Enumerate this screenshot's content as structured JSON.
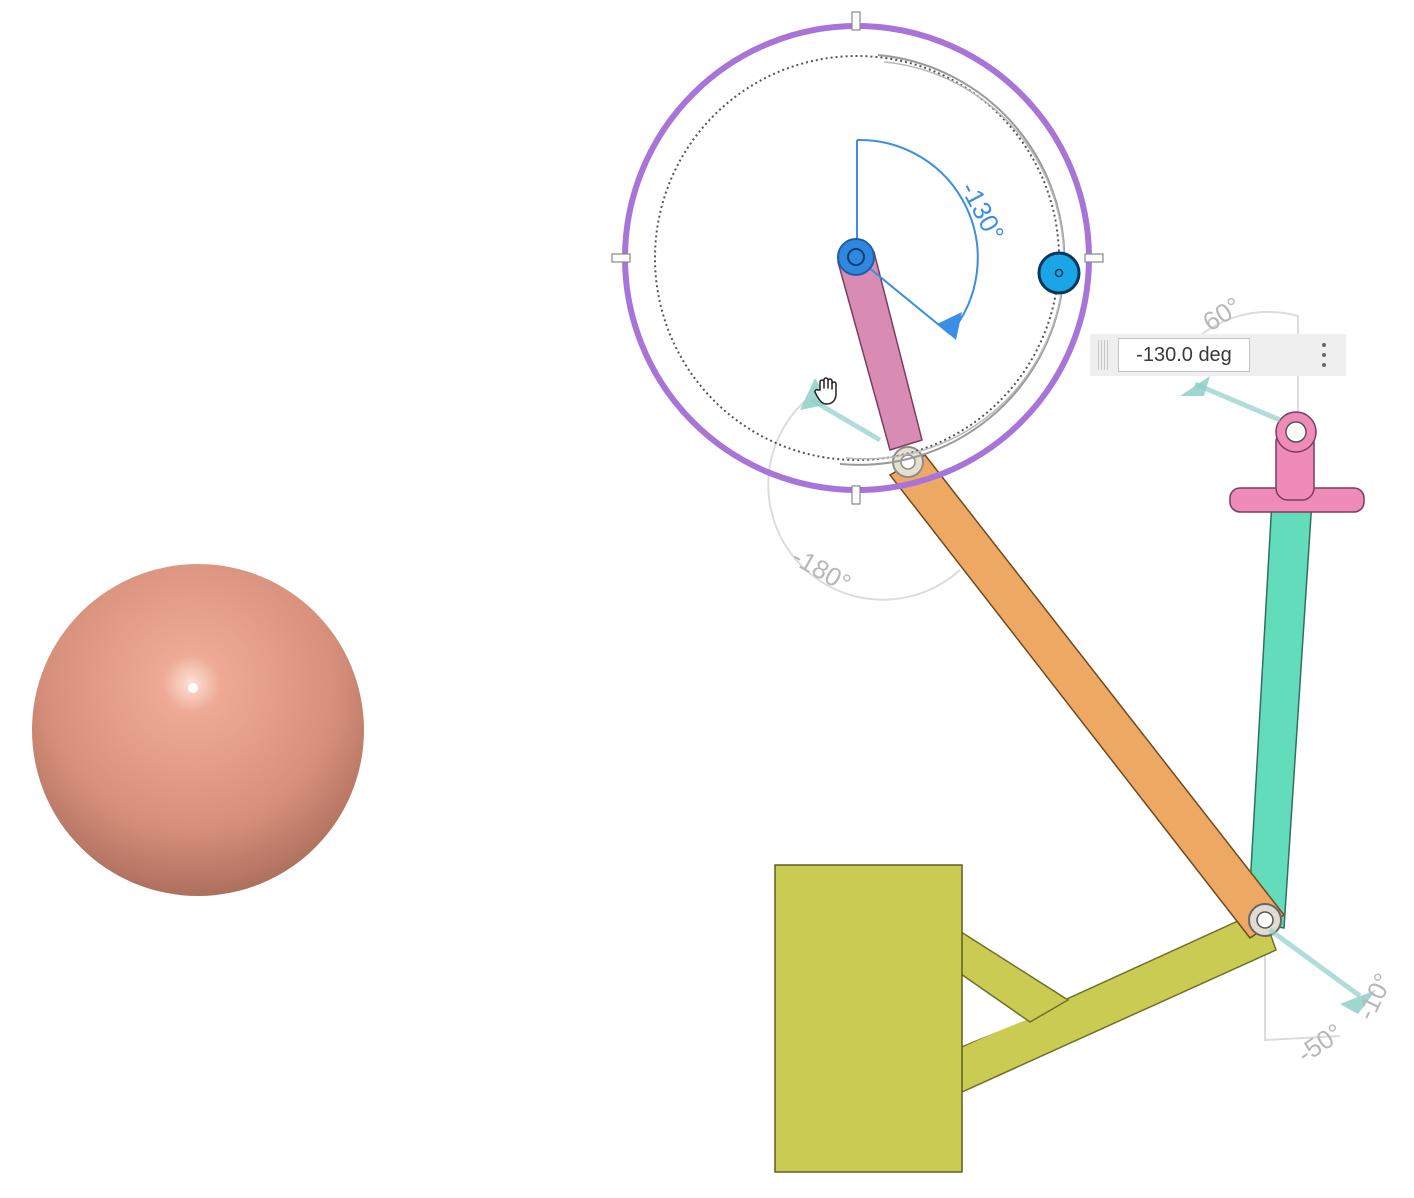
{
  "canvas": {
    "background": "#ffffff"
  },
  "dial": {
    "angle_label": "-130°",
    "accent_color": "#3a8ee6",
    "ring_color": "#a874d8",
    "handle_color": "#1aa6e6"
  },
  "limits": {
    "crank_min_label": "-180°",
    "output_top_label": "60°",
    "output_bottom_a_label": "-50°",
    "output_bottom_b_label": "-10°",
    "indicator_color": "#8fcfc8"
  },
  "value_input": {
    "value": "-130.0 deg"
  },
  "parts": {
    "ball_color": "#e39a85",
    "crank_color": "#d98cb3",
    "coupler_color": "#eda963",
    "rocker_color": "#63dcbb",
    "tee_color": "#ee8bb8",
    "base_color": "#c9cb52"
  },
  "icons": {
    "cursor": "hand-pan-icon",
    "menu": "vertical-ellipsis-icon",
    "grip": "drag-grip-icon"
  }
}
